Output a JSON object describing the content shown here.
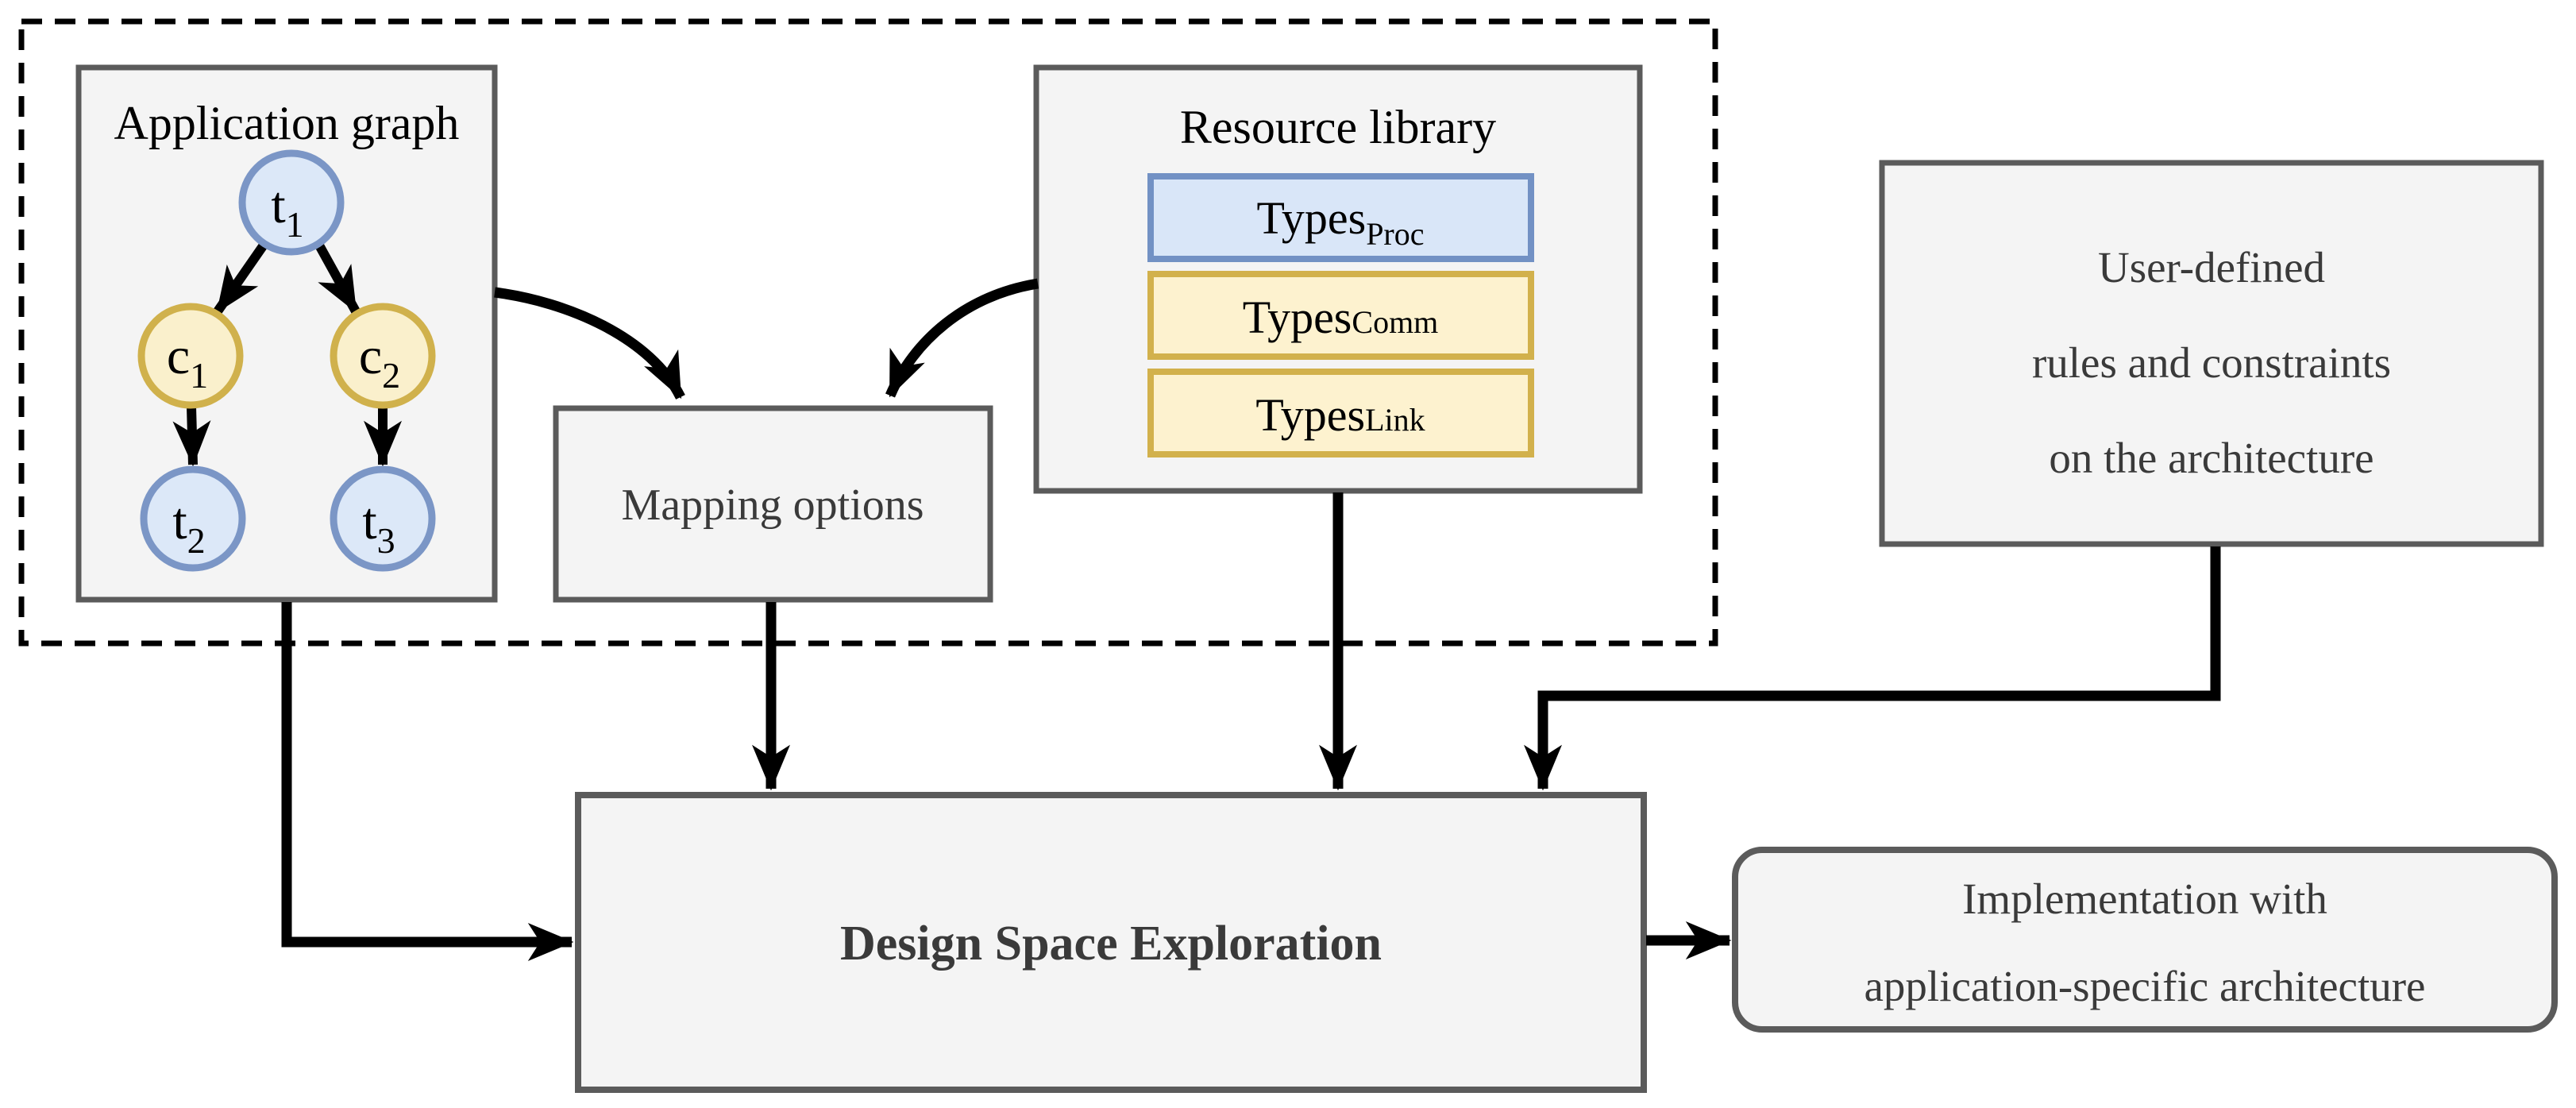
{
  "colors": {
    "canvas_bg": "#ffffff",
    "box_fill": "#f4f4f4",
    "box_border": "#5b5b5b",
    "dashed_border": "#000000",
    "arrow": "#000000",
    "title_text": "#000000",
    "label_text": "#3a3a3a",
    "node_task_fill": "#dce8f8",
    "node_task_border": "#7b96c6",
    "node_comm_fill": "#faf0cc",
    "node_comm_border": "#d0b14c",
    "row_proc_fill": "#d9e6f8",
    "row_proc_border": "#7291c4",
    "row_comm_fill": "#fdf2cf",
    "row_comm_border": "#d2b14c"
  },
  "application_graph": {
    "title": "Application graph",
    "nodes": [
      {
        "id": "t1",
        "label": "t",
        "sub": "1",
        "kind": "task"
      },
      {
        "id": "c1",
        "label": "c",
        "sub": "1",
        "kind": "comm"
      },
      {
        "id": "c2",
        "label": "c",
        "sub": "2",
        "kind": "comm"
      },
      {
        "id": "t2",
        "label": "t",
        "sub": "2",
        "kind": "task"
      },
      {
        "id": "t3",
        "label": "t",
        "sub": "3",
        "kind": "task"
      }
    ],
    "edges": [
      "t1->c1",
      "t1->c2",
      "c1->t2",
      "c2->t3"
    ]
  },
  "mapping_options": {
    "title": "Mapping options"
  },
  "resource_library": {
    "title": "Resource library",
    "types": [
      {
        "name": "Types",
        "suffix": "Proc",
        "kind": "proc"
      },
      {
        "name": "Types",
        "suffix": "Comm",
        "kind": "comm"
      },
      {
        "name": "Types",
        "suffix": "Link",
        "kind": "link"
      }
    ]
  },
  "user_constraints": {
    "lines": [
      "User-defined",
      "rules and constraints",
      "on the architecture"
    ]
  },
  "dse": {
    "title": "Design Space Exploration"
  },
  "implementation": {
    "lines": [
      "Implementation with",
      "application-specific architecture"
    ]
  }
}
